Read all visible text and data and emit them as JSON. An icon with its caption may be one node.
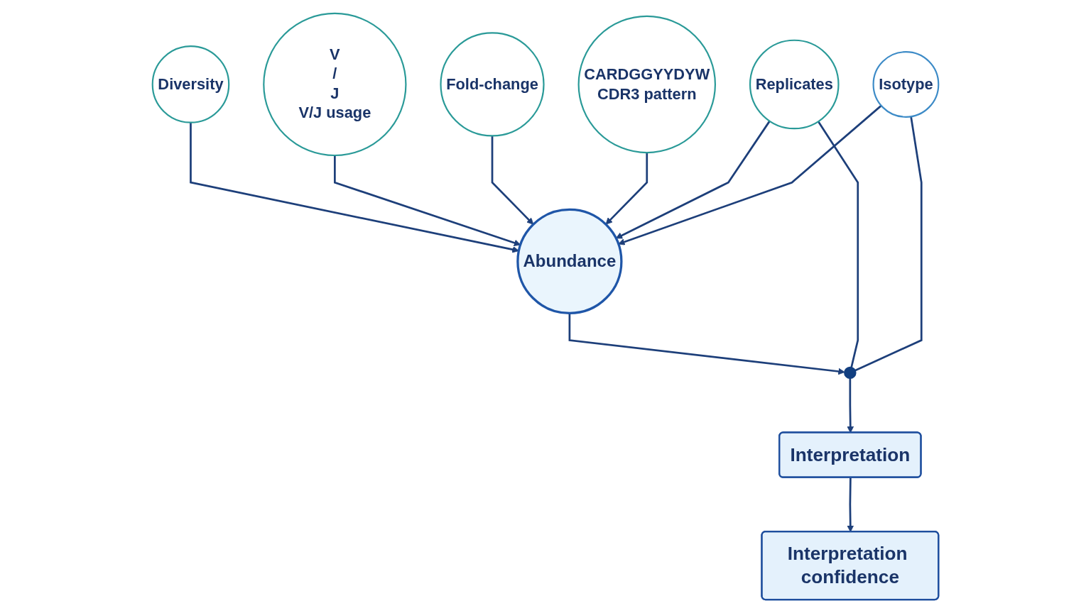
{
  "diagram": {
    "nodes": [
      {
        "text": [
          "Diversity"
        ]
      },
      {
        "text": [
          "V",
          "/",
          "J",
          "V/J usage"
        ]
      },
      {
        "text": [
          "Fold-change"
        ]
      },
      {
        "text": [
          "Abundance"
        ]
      },
      {
        "text": [
          "CARDGGYYDYW",
          "CDR3 pattern"
        ]
      },
      {
        "text": [
          "Replicates"
        ]
      },
      {
        "text": [
          "Isotype"
        ]
      },
      {
        "text": [],
        "shape": "circle"
      },
      {
        "text": [
          "Interpretation"
        ]
      },
      {
        "text": [
          "Interpretation confidence"
        ]
      }
    ],
    "edges": [
      {
        "from": 0,
        "to": 3,
        "arrow": "to"
      },
      {
        "from": 1,
        "to": 3,
        "arrow": "to"
      },
      {
        "from": 2,
        "to": 3,
        "arrow": "to"
      },
      {
        "from": 4,
        "to": 3,
        "arrow": "to"
      },
      {
        "from": 5,
        "to": 3,
        "arrow": "to"
      },
      {
        "from": 6,
        "to": 3,
        "arrow": "to"
      },
      {
        "from": 3,
        "to": 7,
        "arrow": "to"
      },
      {
        "from": 5,
        "to": 7,
        "arrow": "none"
      },
      {
        "from": 6,
        "to": 7,
        "arrow": "none"
      },
      {
        "from": 7,
        "to": 8,
        "arrow": "to"
      },
      {
        "from": 8,
        "to": 9,
        "arrow": "to"
      }
    ]
  }
}
